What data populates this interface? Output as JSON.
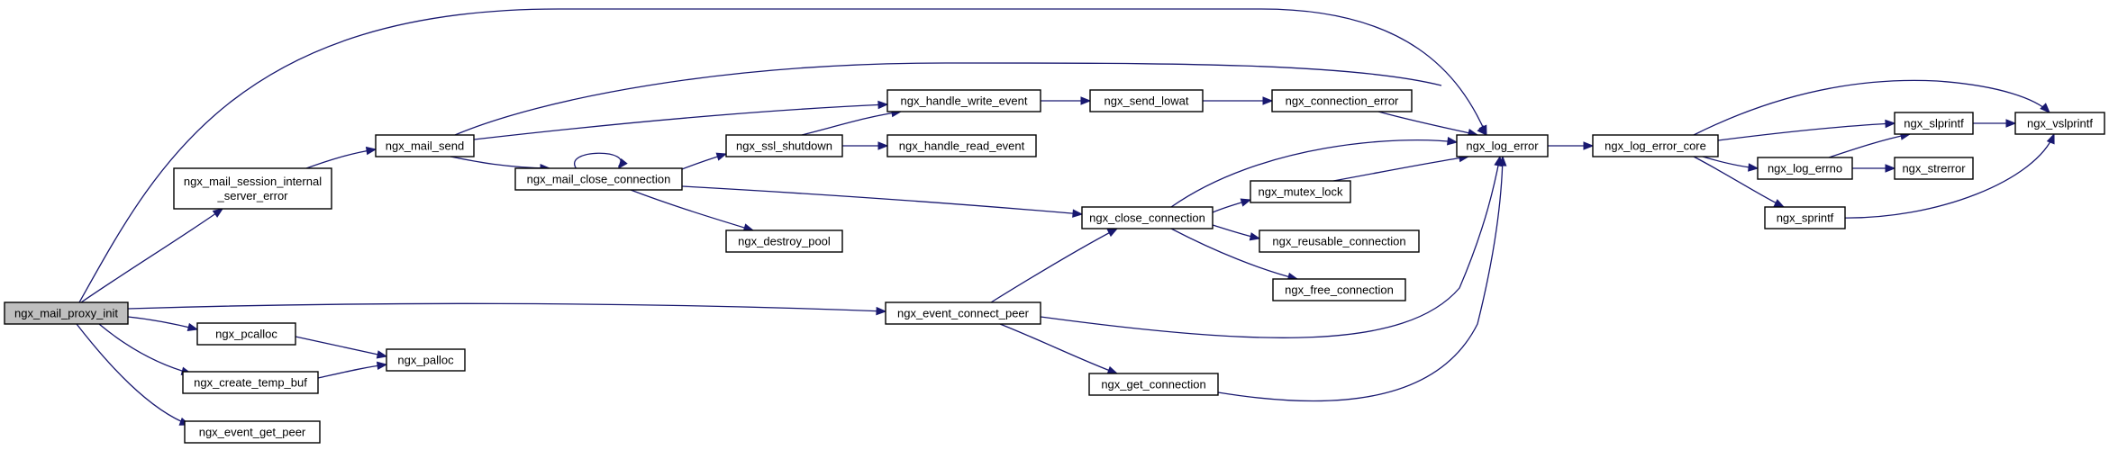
{
  "graph": {
    "nodes": [
      {
        "id": "ngx_mail_proxy_init",
        "lines": [
          "ngx_mail_proxy_init"
        ],
        "highlight": true
      },
      {
        "id": "ngx_mail_session_internal_server_error",
        "lines": [
          "ngx_mail_session_internal",
          "_server_error"
        ]
      },
      {
        "id": "ngx_mail_send",
        "lines": [
          "ngx_mail_send"
        ]
      },
      {
        "id": "ngx_mail_close_connection",
        "lines": [
          "ngx_mail_close_connection"
        ]
      },
      {
        "id": "ngx_ssl_shutdown",
        "lines": [
          "ngx_ssl_shutdown"
        ]
      },
      {
        "id": "ngx_handle_write_event",
        "lines": [
          "ngx_handle_write_event"
        ]
      },
      {
        "id": "ngx_handle_read_event",
        "lines": [
          "ngx_handle_read_event"
        ]
      },
      {
        "id": "ngx_send_lowat",
        "lines": [
          "ngx_send_lowat"
        ]
      },
      {
        "id": "ngx_connection_error",
        "lines": [
          "ngx_connection_error"
        ]
      },
      {
        "id": "ngx_log_error",
        "lines": [
          "ngx_log_error"
        ]
      },
      {
        "id": "ngx_log_error_core",
        "lines": [
          "ngx_log_error_core"
        ]
      },
      {
        "id": "ngx_slprintf",
        "lines": [
          "ngx_slprintf"
        ]
      },
      {
        "id": "ngx_vslprintf",
        "lines": [
          "ngx_vslprintf"
        ]
      },
      {
        "id": "ngx_log_errno",
        "lines": [
          "ngx_log_errno"
        ]
      },
      {
        "id": "ngx_strerror",
        "lines": [
          "ngx_strerror"
        ]
      },
      {
        "id": "ngx_sprintf",
        "lines": [
          "ngx_sprintf"
        ]
      },
      {
        "id": "ngx_destroy_pool",
        "lines": [
          "ngx_destroy_pool"
        ]
      },
      {
        "id": "ngx_close_connection",
        "lines": [
          "ngx_close_connection"
        ]
      },
      {
        "id": "ngx_mutex_lock",
        "lines": [
          "ngx_mutex_lock"
        ]
      },
      {
        "id": "ngx_reusable_connection",
        "lines": [
          "ngx_reusable_connection"
        ]
      },
      {
        "id": "ngx_free_connection",
        "lines": [
          "ngx_free_connection"
        ]
      },
      {
        "id": "ngx_event_connect_peer",
        "lines": [
          "ngx_event_connect_peer"
        ]
      },
      {
        "id": "ngx_get_connection",
        "lines": [
          "ngx_get_connection"
        ]
      },
      {
        "id": "ngx_pcalloc",
        "lines": [
          "ngx_pcalloc"
        ]
      },
      {
        "id": "ngx_palloc",
        "lines": [
          "ngx_palloc"
        ]
      },
      {
        "id": "ngx_create_temp_buf",
        "lines": [
          "ngx_create_temp_buf"
        ]
      },
      {
        "id": "ngx_event_get_peer",
        "lines": [
          "ngx_event_get_peer"
        ]
      }
    ],
    "edges": [
      {
        "from": "ngx_mail_proxy_init",
        "to": "ngx_log_error"
      },
      {
        "from": "ngx_mail_proxy_init",
        "to": "ngx_mail_session_internal_server_error"
      },
      {
        "from": "ngx_mail_proxy_init",
        "to": "ngx_event_connect_peer"
      },
      {
        "from": "ngx_mail_proxy_init",
        "to": "ngx_pcalloc"
      },
      {
        "from": "ngx_mail_proxy_init",
        "to": "ngx_create_temp_buf"
      },
      {
        "from": "ngx_mail_proxy_init",
        "to": "ngx_event_get_peer"
      },
      {
        "from": "ngx_mail_session_internal_server_error",
        "to": "ngx_mail_send"
      },
      {
        "from": "ngx_mail_send",
        "to": "ngx_log_error"
      },
      {
        "from": "ngx_mail_send",
        "to": "ngx_handle_write_event"
      },
      {
        "from": "ngx_mail_send",
        "to": "ngx_mail_close_connection"
      },
      {
        "from": "ngx_mail_close_connection",
        "to": "ngx_mail_close_connection"
      },
      {
        "from": "ngx_mail_close_connection",
        "to": "ngx_ssl_shutdown"
      },
      {
        "from": "ngx_mail_close_connection",
        "to": "ngx_close_connection"
      },
      {
        "from": "ngx_mail_close_connection",
        "to": "ngx_destroy_pool"
      },
      {
        "from": "ngx_ssl_shutdown",
        "to": "ngx_handle_write_event"
      },
      {
        "from": "ngx_ssl_shutdown",
        "to": "ngx_handle_read_event"
      },
      {
        "from": "ngx_handle_write_event",
        "to": "ngx_send_lowat"
      },
      {
        "from": "ngx_send_lowat",
        "to": "ngx_connection_error"
      },
      {
        "from": "ngx_connection_error",
        "to": "ngx_log_error"
      },
      {
        "from": "ngx_log_error",
        "to": "ngx_log_error_core"
      },
      {
        "from": "ngx_log_error_core",
        "to": "ngx_vslprintf"
      },
      {
        "from": "ngx_log_error_core",
        "to": "ngx_slprintf"
      },
      {
        "from": "ngx_log_error_core",
        "to": "ngx_log_errno"
      },
      {
        "from": "ngx_log_error_core",
        "to": "ngx_sprintf"
      },
      {
        "from": "ngx_slprintf",
        "to": "ngx_vslprintf"
      },
      {
        "from": "ngx_log_errno",
        "to": "ngx_slprintf"
      },
      {
        "from": "ngx_log_errno",
        "to": "ngx_strerror"
      },
      {
        "from": "ngx_sprintf",
        "to": "ngx_vslprintf"
      },
      {
        "from": "ngx_close_connection",
        "to": "ngx_log_error"
      },
      {
        "from": "ngx_close_connection",
        "to": "ngx_mutex_lock"
      },
      {
        "from": "ngx_close_connection",
        "to": "ngx_reusable_connection"
      },
      {
        "from": "ngx_close_connection",
        "to": "ngx_free_connection"
      },
      {
        "from": "ngx_mutex_lock",
        "to": "ngx_log_error"
      },
      {
        "from": "ngx_event_connect_peer",
        "to": "ngx_close_connection"
      },
      {
        "from": "ngx_event_connect_peer",
        "to": "ngx_log_error"
      },
      {
        "from": "ngx_event_connect_peer",
        "to": "ngx_get_connection"
      },
      {
        "from": "ngx_get_connection",
        "to": "ngx_log_error"
      },
      {
        "from": "ngx_pcalloc",
        "to": "ngx_palloc"
      },
      {
        "from": "ngx_create_temp_buf",
        "to": "ngx_palloc"
      }
    ],
    "colors": {
      "edge": "#191970",
      "node_border": "#000000",
      "node_fill": "#ffffff",
      "root_fill": "#bfbfbf"
    }
  }
}
